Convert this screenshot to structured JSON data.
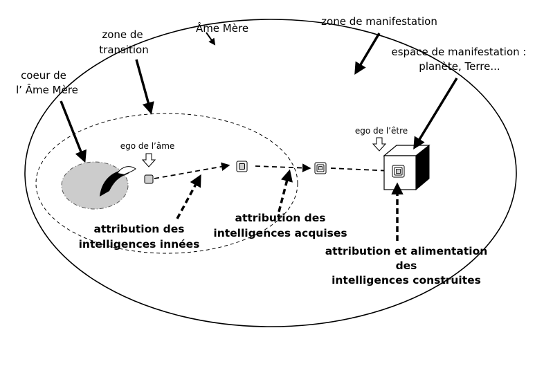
{
  "labels": {
    "ame_mere": "Âme Mère",
    "zone_manifestation": "zone de manifestation",
    "zone_transition": [
      "zone de",
      "transition"
    ],
    "coeur": [
      "coeur de",
      "l’ Âme Mère"
    ],
    "espace_manifestation": [
      "espace de manifestation :",
      "planète, Terre..."
    ],
    "ego_ame": "ego de l’âme",
    "ego_etre": "ego de l’être",
    "attribution_innees": [
      "attribution  des",
      "intelligences innées"
    ],
    "attribution_acquises": [
      "attribution des",
      "intelligences acquises"
    ],
    "attribution_construites": [
      "attribution et alimentation",
      "des",
      "intelligences construites"
    ]
  },
  "colors": {
    "line": "#000000",
    "heart_fill": "#cccccc",
    "box_fill": "#ffffff",
    "node_fill": "#cfcfcf"
  }
}
